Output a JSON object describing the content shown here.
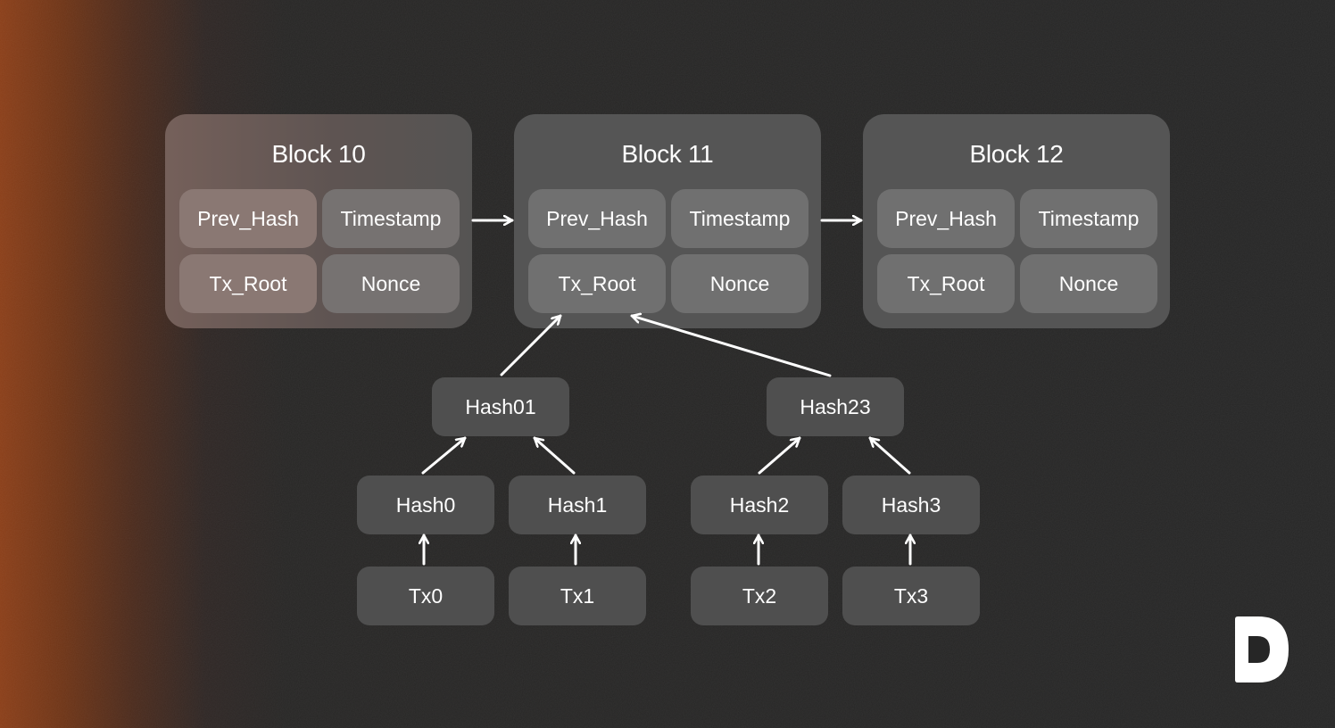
{
  "colors": {
    "accent_orange": "#8a3e18",
    "background": "#262626",
    "block_10_bg": "#6a5650",
    "block_bg": "#555555",
    "field_bg": "#707070",
    "node_bg": "#4f4f4f",
    "text": "#ffffff"
  },
  "blocks": [
    {
      "title": "Block 10",
      "fields": [
        "Prev_Hash",
        "Timestamp",
        "Tx_Root",
        "Nonce"
      ]
    },
    {
      "title": "Block 11",
      "fields": [
        "Prev_Hash",
        "Timestamp",
        "Tx_Root",
        "Nonce"
      ]
    },
    {
      "title": "Block 12",
      "fields": [
        "Prev_Hash",
        "Timestamp",
        "Tx_Root",
        "Nonce"
      ]
    }
  ],
  "merkle_tree": {
    "hash01": "Hash01",
    "hash23": "Hash23",
    "hashes": [
      "Hash0",
      "Hash1",
      "Hash2",
      "Hash3"
    ],
    "transactions": [
      "Tx0",
      "Tx1",
      "Tx2",
      "Tx3"
    ]
  },
  "logo": {
    "icon": "d-logo-icon"
  }
}
